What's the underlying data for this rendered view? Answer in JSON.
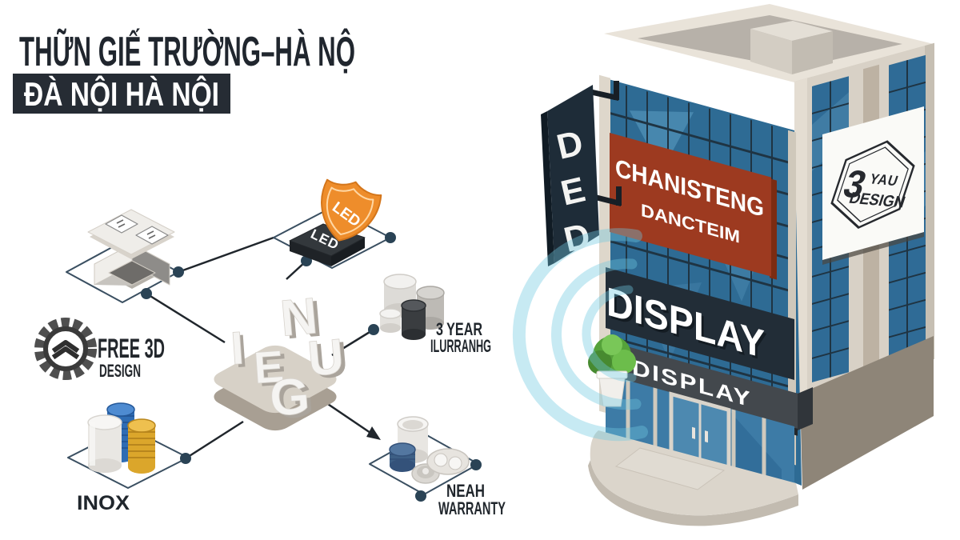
{
  "title": {
    "line1": "THỮN GIẾ TRƯỜNG–HÀ NỘ",
    "line2": "ĐÀ NỘI HÀ NỘI"
  },
  "diagram": {
    "center_letters": [
      "N",
      "I",
      "E",
      "U",
      "G"
    ],
    "led": {
      "shield_label": "LED",
      "button_label": "LED"
    },
    "free_design": {
      "line1": "FREE 3D",
      "line2": "DESIGN"
    },
    "inox": {
      "label": "INOX"
    },
    "years": {
      "line1": "3 YEAR",
      "line2": "ILURRANHG"
    },
    "warranty": {
      "line1": "NEAH",
      "line2": "WARRANTY"
    }
  },
  "building": {
    "vertical_sign": {
      "letters": [
        "D",
        "E",
        "D"
      ]
    },
    "facade_sign": {
      "line1": "CHANISTENG",
      "line2": "DANCTEIM"
    },
    "banner": {
      "label": "DISPLAY"
    },
    "awning": {
      "label": "DISPLAY"
    },
    "billboard": {
      "number": "3",
      "name": "YAU",
      "word": "DESIGN"
    }
  },
  "icons": {
    "led-shield-icon": "orange shield badge",
    "led-button-icon": "dark rounded key/button",
    "gear-badge-icon": "dark scalloped gear badge",
    "material-tiles-icon": "stacked sample tiles",
    "inox-cylinders-icon": "steel cylinder and coin stacks",
    "cylinder-stack-icon": "white grey black cylinders",
    "containers-icon": "cups, jars and tray",
    "plant-icon": "green shrub in white pot",
    "watermark-icon": "light blue concentric arcs"
  },
  "colors": {
    "ink": "#20262c",
    "glass_blue": "#2e6b94",
    "mullion": "#1f3443",
    "sign_red": "#9d3a20",
    "accent_orange": "#ee8d2b",
    "dark_navy": "#1e2c38",
    "beige": "#e7e1d7",
    "lower_wall": "#8e8578",
    "node_dot": "#2a4355",
    "watermark_blue": "#6fc9e2",
    "gold": "#dba62b",
    "coin_blue": "#2f6cb3",
    "plant_green": "#55a23a"
  }
}
